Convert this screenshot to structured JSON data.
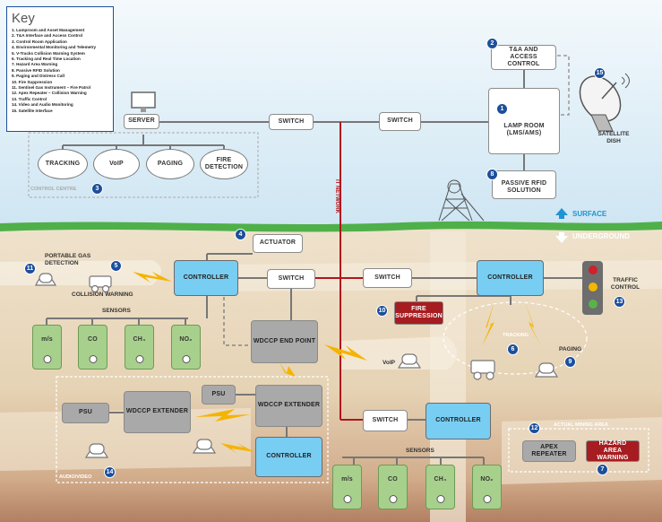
{
  "legend": {
    "title": "Key",
    "items": [
      "1.   Lamproom and Asset Management",
      "2.   T&A Interface and Access Control",
      "3.   Control Room Application",
      "4.   Environmental Monitoring and Telemetry",
      "5.   V-Tracks Collision Warning System",
      "6.   Tracking and Real Time Location",
      "7.   Hazard Area Warning",
      "8.   Passive RFID Solution",
      "9.   Paging and Distress Call",
      "10. Fire Suppression",
      "11. Sentinel Gas Instrument – Fire Patrol",
      "12. Apex Repeater – Collision Warning",
      "13. Traffic Control",
      "14. Video and Audio Monitoring",
      "15. Satellite Interface"
    ]
  },
  "surface": {
    "server": "SERVER",
    "switch_left": "SWITCH",
    "switch_right": "SWITCH",
    "tracking": "TRACKING",
    "voip": "VoIP",
    "paging": "PAGING",
    "fire_detection": "FIRE DETECTION",
    "control_centre": "CONTROL CENTRE",
    "ta_access": "T&A AND ACCESS CONTROL",
    "lamp_room": "LAMP ROOM (LMS/AMS)",
    "passive_rfid": "PASSIVE RFID SOLUTION",
    "satellite_dish": "SATELLITE DISH",
    "it_network": "IT NETWORK",
    "surface_label": "SURFACE",
    "underground_label": "UNDERGROUND"
  },
  "underground": {
    "actuator": "ACTUATOR",
    "portable_gas": "PORTABLE GAS DETECTION",
    "collision_warning": "COLLISION WARNING",
    "controller_left": "CONTROLLER",
    "switch_mid": "SWITCH",
    "switch_right": "SWITCH",
    "controller_right": "CONTROLLER",
    "traffic_control": "TRAFFIC CONTROL",
    "sensors_top": "SENSORS",
    "sensors_top_items": [
      "m/s",
      "CO",
      "CH₄",
      "NO₂"
    ],
    "fire_suppression": "FIRE SUPPRESSION",
    "wdccp_endpoint": "WDCCP END POINT",
    "tracking_label": "TRACKING",
    "voip_label": "VoIP",
    "paging_label": "PAGING",
    "psu_top": "PSU",
    "wdccp_extender_right": "WDCCP EXTENDER",
    "psu_left": "PSU",
    "wdccp_extender_left": "WDCCP EXTENDER",
    "controller_bottom": "CONTROLLER",
    "switch_bottom": "SWITCH",
    "controller_bottom_right": "CONTROLLER",
    "actual_mining_area": "ACTUAL MINING AREA",
    "apex_repeater": "APEX REPEATER",
    "hazard_area_warning": "HAZARD AREA WARNING",
    "sensors_bottom": "SENSORS",
    "sensors_bottom_items": [
      "m/s",
      "CO",
      "CH₄",
      "NO₂"
    ],
    "audio_video": "AUDIO/VIDEO"
  },
  "badges": [
    "1",
    "2",
    "3",
    "4",
    "5",
    "6",
    "7",
    "8",
    "9",
    "10",
    "11",
    "12",
    "13",
    "14",
    "15"
  ],
  "colors": {
    "sky": "#ddeef6",
    "grass": "#4fb04a",
    "soil": "#e7d5b9",
    "deep_soil": "#b6876a",
    "badge": "#1c4f9c",
    "network_red": "#b0161d",
    "controller_blue": "#78cdf2",
    "sensor_green": "#a8d08d"
  }
}
